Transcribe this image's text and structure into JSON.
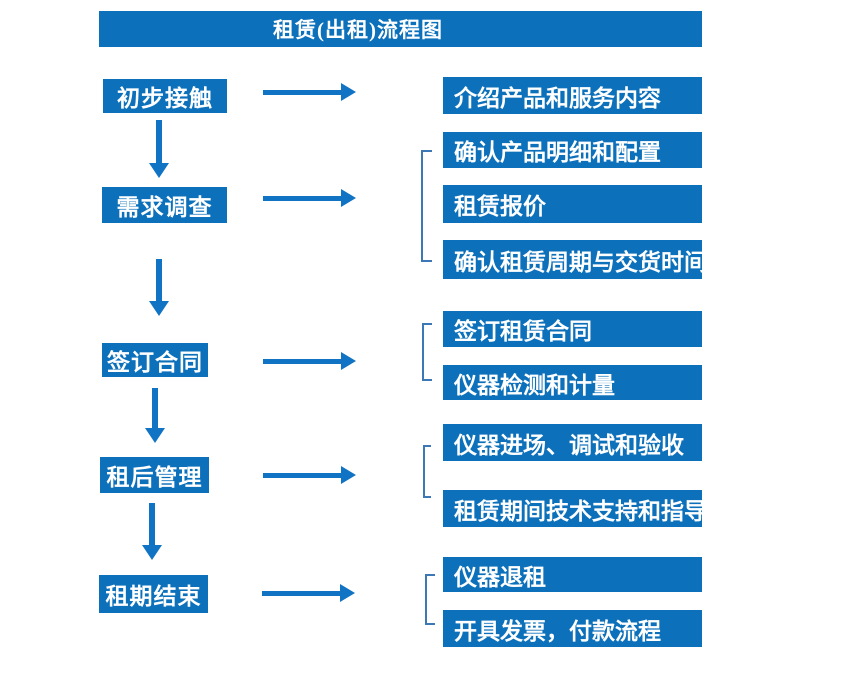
{
  "title": "租赁(出租)流程图",
  "colors": {
    "box_blue": "#0c70ba",
    "arrow_blue": "#1173c3",
    "bracket_blue": "#3c78b5",
    "box_text": "#ffffff",
    "background": "#ffffff"
  },
  "steps": [
    {
      "label": "初步接触",
      "details": [
        "介绍产品和服务内容"
      ]
    },
    {
      "label": "需求调查",
      "details": [
        "确认产品明细和配置",
        "租赁报价",
        "确认租赁周期与交货时间"
      ]
    },
    {
      "label": "签订合同",
      "details": [
        "签订租赁合同",
        "仪器检测和计量"
      ]
    },
    {
      "label": "租后管理",
      "details": [
        "仪器进场、调试和验收",
        "租赁期间技术支持和指导"
      ]
    },
    {
      "label": "租期结束",
      "details": [
        "仪器退租",
        "开具发票，付款流程"
      ]
    }
  ]
}
